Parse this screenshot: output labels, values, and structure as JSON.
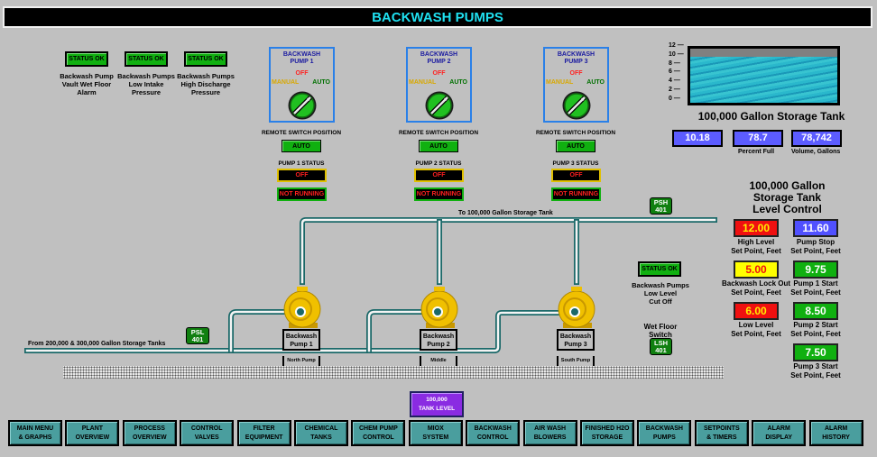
{
  "title": "BACKWASH PUMPS",
  "alarms": [
    {
      "status": "STATUS OK",
      "caption": "Backwash Pump\nVault Wet Floor\nAlarm"
    },
    {
      "status": "STATUS OK",
      "caption": "Backwash Pumps\nLow Intake\nPressure"
    },
    {
      "status": "STATUS OK",
      "caption": "Backwash Pumps\nHigh Discharge\nPressure"
    }
  ],
  "pumps": [
    {
      "panel_title": "BACKWASH\nPUMP 1",
      "off": "OFF",
      "manual": "MANUAL",
      "auto": "AUTO",
      "remote_label": "REMOTE SWITCH POSITION",
      "remote_value": "AUTO",
      "status_label": "PUMP 1 STATUS",
      "status": "OFF",
      "running": "NOT RUNNING",
      "diagram_label": "Backwash\nPump 1",
      "location": "North Pump"
    },
    {
      "panel_title": "BACKWASH\nPUMP 2",
      "off": "OFF",
      "manual": "MANUAL",
      "auto": "AUTO",
      "remote_label": "REMOTE SWITCH POSITION",
      "remote_value": "AUTO",
      "status_label": "PUMP 2 STATUS",
      "status": "OFF",
      "running": "NOT RUNNING",
      "diagram_label": "Backwash\nPump 2",
      "location": "Middle"
    },
    {
      "panel_title": "BACKWASH\nPUMP 3",
      "off": "OFF",
      "manual": "MANUAL",
      "auto": "AUTO",
      "remote_label": "REMOTE SWITCH POSITION",
      "remote_value": "AUTO",
      "status_label": "PUMP 3 STATUS",
      "status": "OFF",
      "running": "NOT RUNNING",
      "diagram_label": "Backwash\nPump 3",
      "location": "South Pump"
    }
  ],
  "tank": {
    "title": "100,000 Gallon Storage Tank",
    "scale_ticks": [
      "12",
      "10",
      "8",
      "6",
      "4",
      "2",
      "0"
    ],
    "scale_max_ft": 12,
    "level_ft": "10.18",
    "percent_full": "78.7",
    "percent_label": "Percent Full",
    "volume": "78,742",
    "volume_label": "Volume, Gallons"
  },
  "level_control": {
    "title": "100,000 Gallon\nStorage Tank\nLevel Control",
    "setpoints": [
      {
        "value": "12.00",
        "caption": "High Level\nSet Point, Feet",
        "color": "red"
      },
      {
        "value": "11.60",
        "caption": "Pump Stop\nSet Point, Feet",
        "color": "blue"
      },
      {
        "value": "5.00",
        "caption": "Backwash Lock Out\nSet Point, Feet",
        "color": "yellow"
      },
      {
        "value": "9.75",
        "caption": "Pump 1 Start\nSet Point, Feet",
        "color": "green"
      },
      {
        "value": "6.00",
        "caption": "Low Level\nSet Point, Feet",
        "color": "red"
      },
      {
        "value": "8.50",
        "caption": "Pump 2 Start\nSet Point, Feet",
        "color": "green"
      },
      {
        "value": "7.50",
        "caption": "Pump 3 Start\nSet Point, Feet",
        "color": "green"
      }
    ]
  },
  "diagram": {
    "to_tank_label": "To 100,000 Gallon Storage Tank",
    "from_tanks_label": "From 200,000 & 300,000 Gallon Storage Tanks",
    "psh": "PSH\n401",
    "psl": "PSL\n401",
    "lsh": "LSH\n401",
    "low_level_status": "STATUS OK",
    "low_level_caption": "Backwash Pumps\nLow Level\nCut Off",
    "wet_floor_caption": "Wet Floor\nSwitch"
  },
  "tank_level_button": "100,000\nTANK LEVEL",
  "nav": [
    "MAIN MENU\n& GRAPHS",
    "PLANT\nOVERVIEW",
    "PROCESS\nOVERVIEW",
    "CONTROL\nVALVES",
    "FILTER\nEQUIPMENT",
    "CHEMICAL\nTANKS",
    "CHEM PUMP\nCONTROL",
    "MIOX\nSYSTEM",
    "BACKWASH\nCONTROL",
    "AIR WASH\nBLOWERS",
    "FINISHED H2O\nSTORAGE",
    "BACKWASH\nPUMPS",
    "SETPOINTS\n& TIMERS",
    "ALARM\nDISPLAY",
    "ALARM\nHISTORY"
  ],
  "colors": {
    "title_text": "#1fe0f0",
    "status_green": "#10b010",
    "alarm_red": "#f01010",
    "nav_teal": "#4a9e9e",
    "water": "#28b0c8"
  }
}
